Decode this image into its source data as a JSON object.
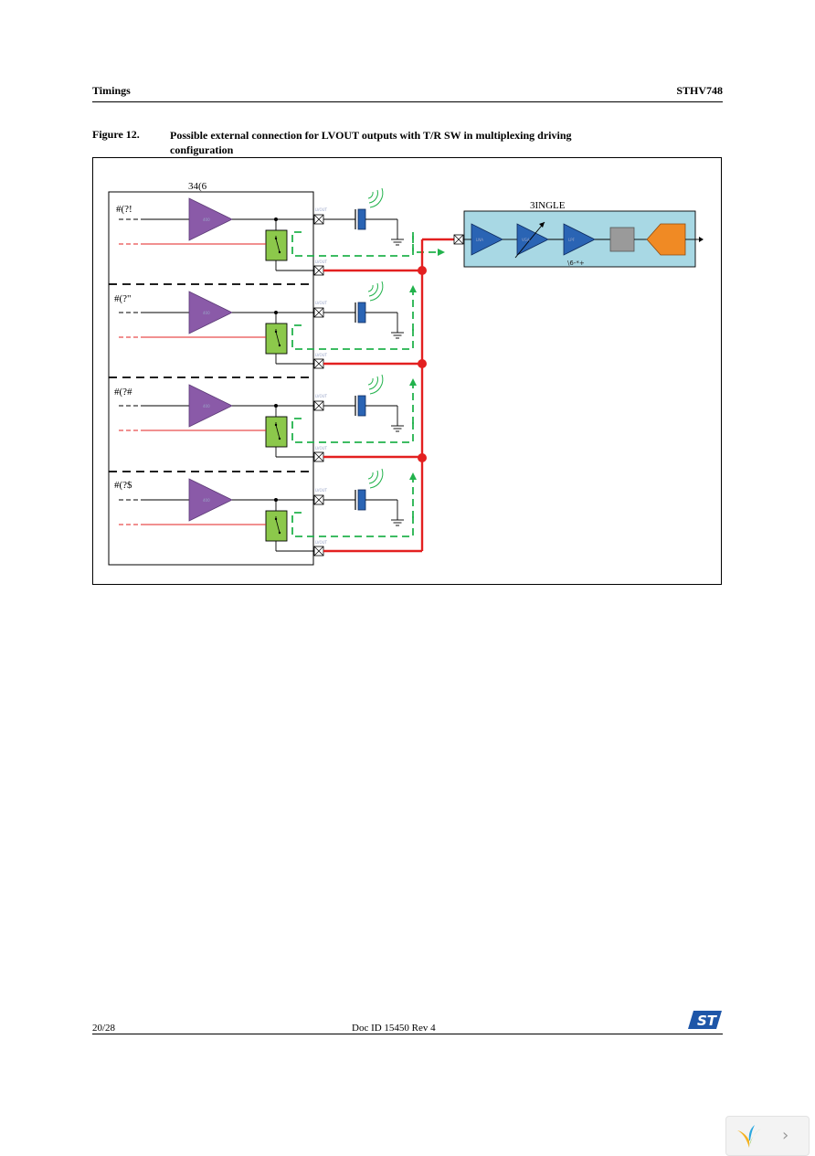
{
  "header": {
    "left": "Timings",
    "right": "STHV748"
  },
  "figure": {
    "number": "Figure 12.",
    "title": "Possible external connection for LVOUT outputs with T/R SW in multiplexing driving configuration"
  },
  "diagram": {
    "device_label": "34(6",
    "channels": [
      "#(?!",
      "#(?\"",
      "#(?#",
      "#(?$"
    ],
    "single_label": "3INGLE",
    "single_sublabel": "\\6-*+"
  },
  "colors": {
    "driver": "#8a5aa8",
    "switch": "#8cc84b",
    "bus": "#e32020",
    "receive_path": "#22b24c",
    "amp": "#2a64b4",
    "single_box": "#a8d8e4",
    "adc": "#9a9a9a",
    "output_stage": "#f08a24"
  },
  "footer": {
    "page": "20/28",
    "doc": "Doc ID 15450 Rev 4"
  },
  "icons": [
    "st-logo-icon",
    "transducer-icon",
    "ground-icon",
    "chevron-right-icon"
  ]
}
